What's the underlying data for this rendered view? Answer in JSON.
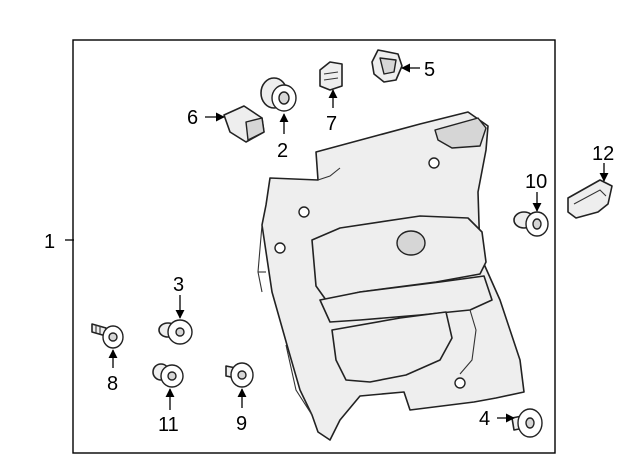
{
  "callouts": [
    {
      "id": "1",
      "label": "1"
    },
    {
      "id": "2",
      "label": "2"
    },
    {
      "id": "3",
      "label": "3"
    },
    {
      "id": "4",
      "label": "4"
    },
    {
      "id": "5",
      "label": "5"
    },
    {
      "id": "6",
      "label": "6"
    },
    {
      "id": "7",
      "label": "7"
    },
    {
      "id": "8",
      "label": "8"
    },
    {
      "id": "9",
      "label": "9"
    },
    {
      "id": "10",
      "label": "10"
    },
    {
      "id": "11",
      "label": "11"
    },
    {
      "id": "12",
      "label": "12"
    }
  ],
  "colors": {
    "line": "#000000",
    "part_fill": "#eeeeee",
    "part_dark": "#d6d6d6",
    "background": "#ffffff"
  }
}
